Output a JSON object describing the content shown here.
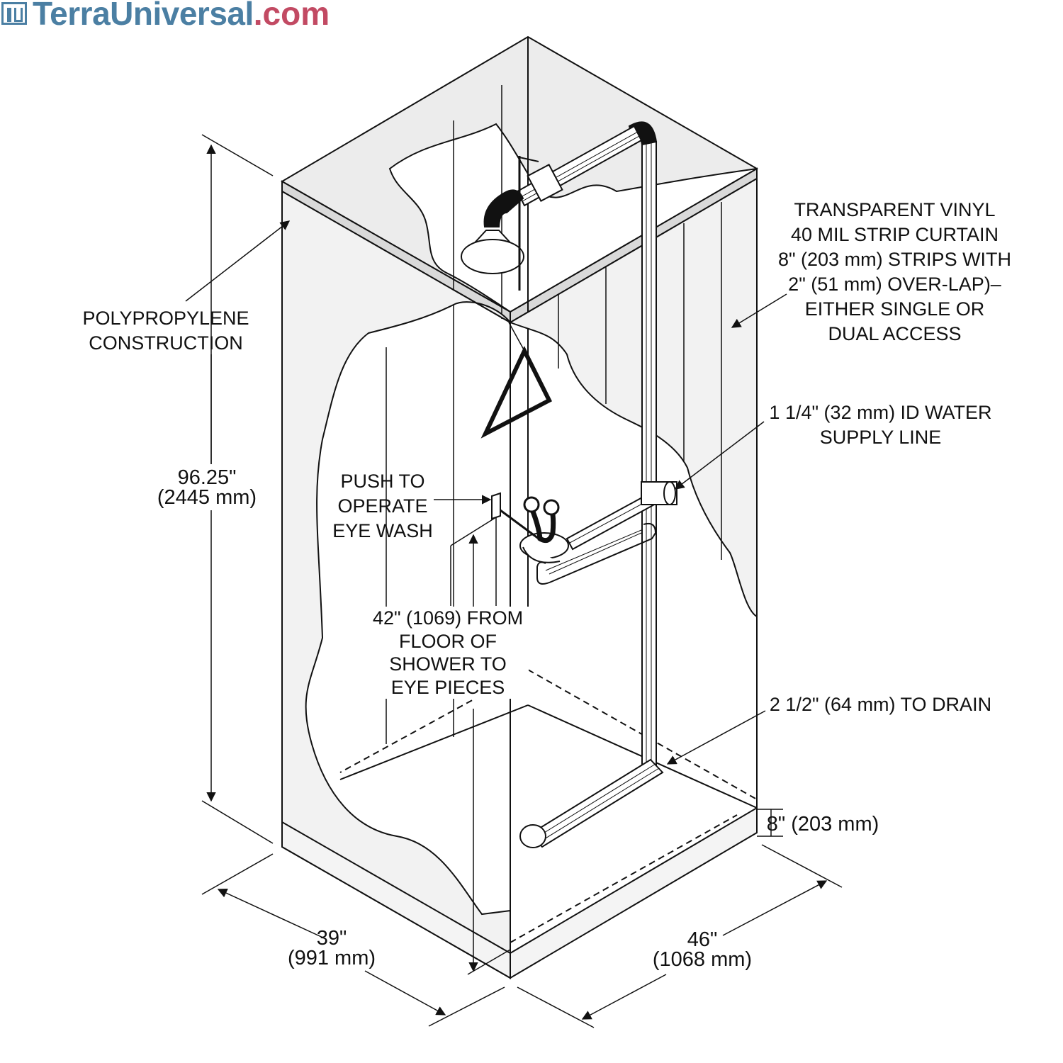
{
  "brand": {
    "name": "TerraUniversal",
    "tld": ".com",
    "colors": {
      "name": "#4b7fa3",
      "tld": "#c24a63"
    }
  },
  "labels": {
    "polypropylene": [
      "POLYPROPYLENE",
      "CONSTRUCTION"
    ],
    "curtain": [
      "TRANSPARENT VINYL",
      "40 MIL STRIP CURTAIN",
      "8\" (203 mm) STRIPS WITH",
      "2\" (51 mm) OVER-LAP)–",
      "EITHER SINGLE OR",
      "DUAL ACCESS"
    ],
    "supply_line": [
      "1 1/4\" (32 mm) ID WATER",
      "SUPPLY LINE"
    ],
    "push_eye_wash": [
      "PUSH TO",
      "OPERATE",
      "EYE WASH"
    ],
    "eye_piece_height": [
      "42\" (1069) FROM",
      "FLOOR OF",
      "SHOWER TO",
      "EYE PIECES"
    ],
    "drain": "2 1/2\" (64 mm) TO DRAIN",
    "base_height": "8\" (203 mm)",
    "height": [
      "96.25\"",
      "(2445 mm)"
    ],
    "width": [
      "39\"",
      "(991 mm)"
    ],
    "depth": [
      "46\"",
      "(1068 mm)"
    ]
  }
}
